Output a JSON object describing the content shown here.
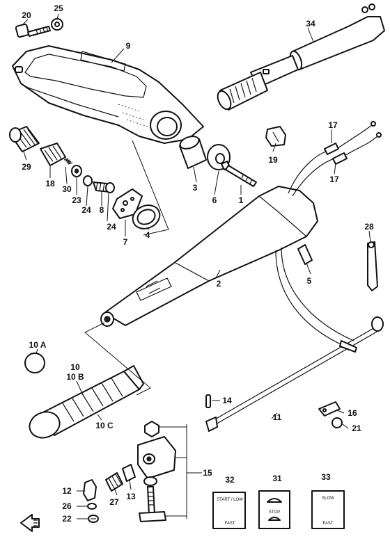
{
  "labels": {
    "p1": "1",
    "p2": "2",
    "p3": "3",
    "p4": "4",
    "p5": "5",
    "p6": "6",
    "p7": "7",
    "p8": "8",
    "p9": "9",
    "p10": "10",
    "p10a": "10 A",
    "p10b": "10 B",
    "p10c": "10 C",
    "p11": "11",
    "p12": "12",
    "p13": "13",
    "p14": "14",
    "p15": "15",
    "p16": "16",
    "p17a": "17",
    "p17b": "17",
    "p18": "18",
    "p19": "19",
    "p20": "20",
    "p21": "21",
    "p22": "22",
    "p23": "23",
    "p24a": "24",
    "p24b": "24",
    "p25": "25",
    "p26": "26",
    "p27": "27",
    "p28": "28",
    "p29": "29",
    "p30": "30",
    "p31": "31",
    "p32": "32",
    "p33": "33",
    "p34": "34"
  },
  "decals": {
    "d32_top": "START / LOW",
    "d32_bottom": "FAST",
    "d31_top": "STOP",
    "d33_top": "SLOW",
    "d33_bottom": "FAST"
  },
  "colors": {
    "ink": "#111111",
    "paper": "#ffffff"
  }
}
